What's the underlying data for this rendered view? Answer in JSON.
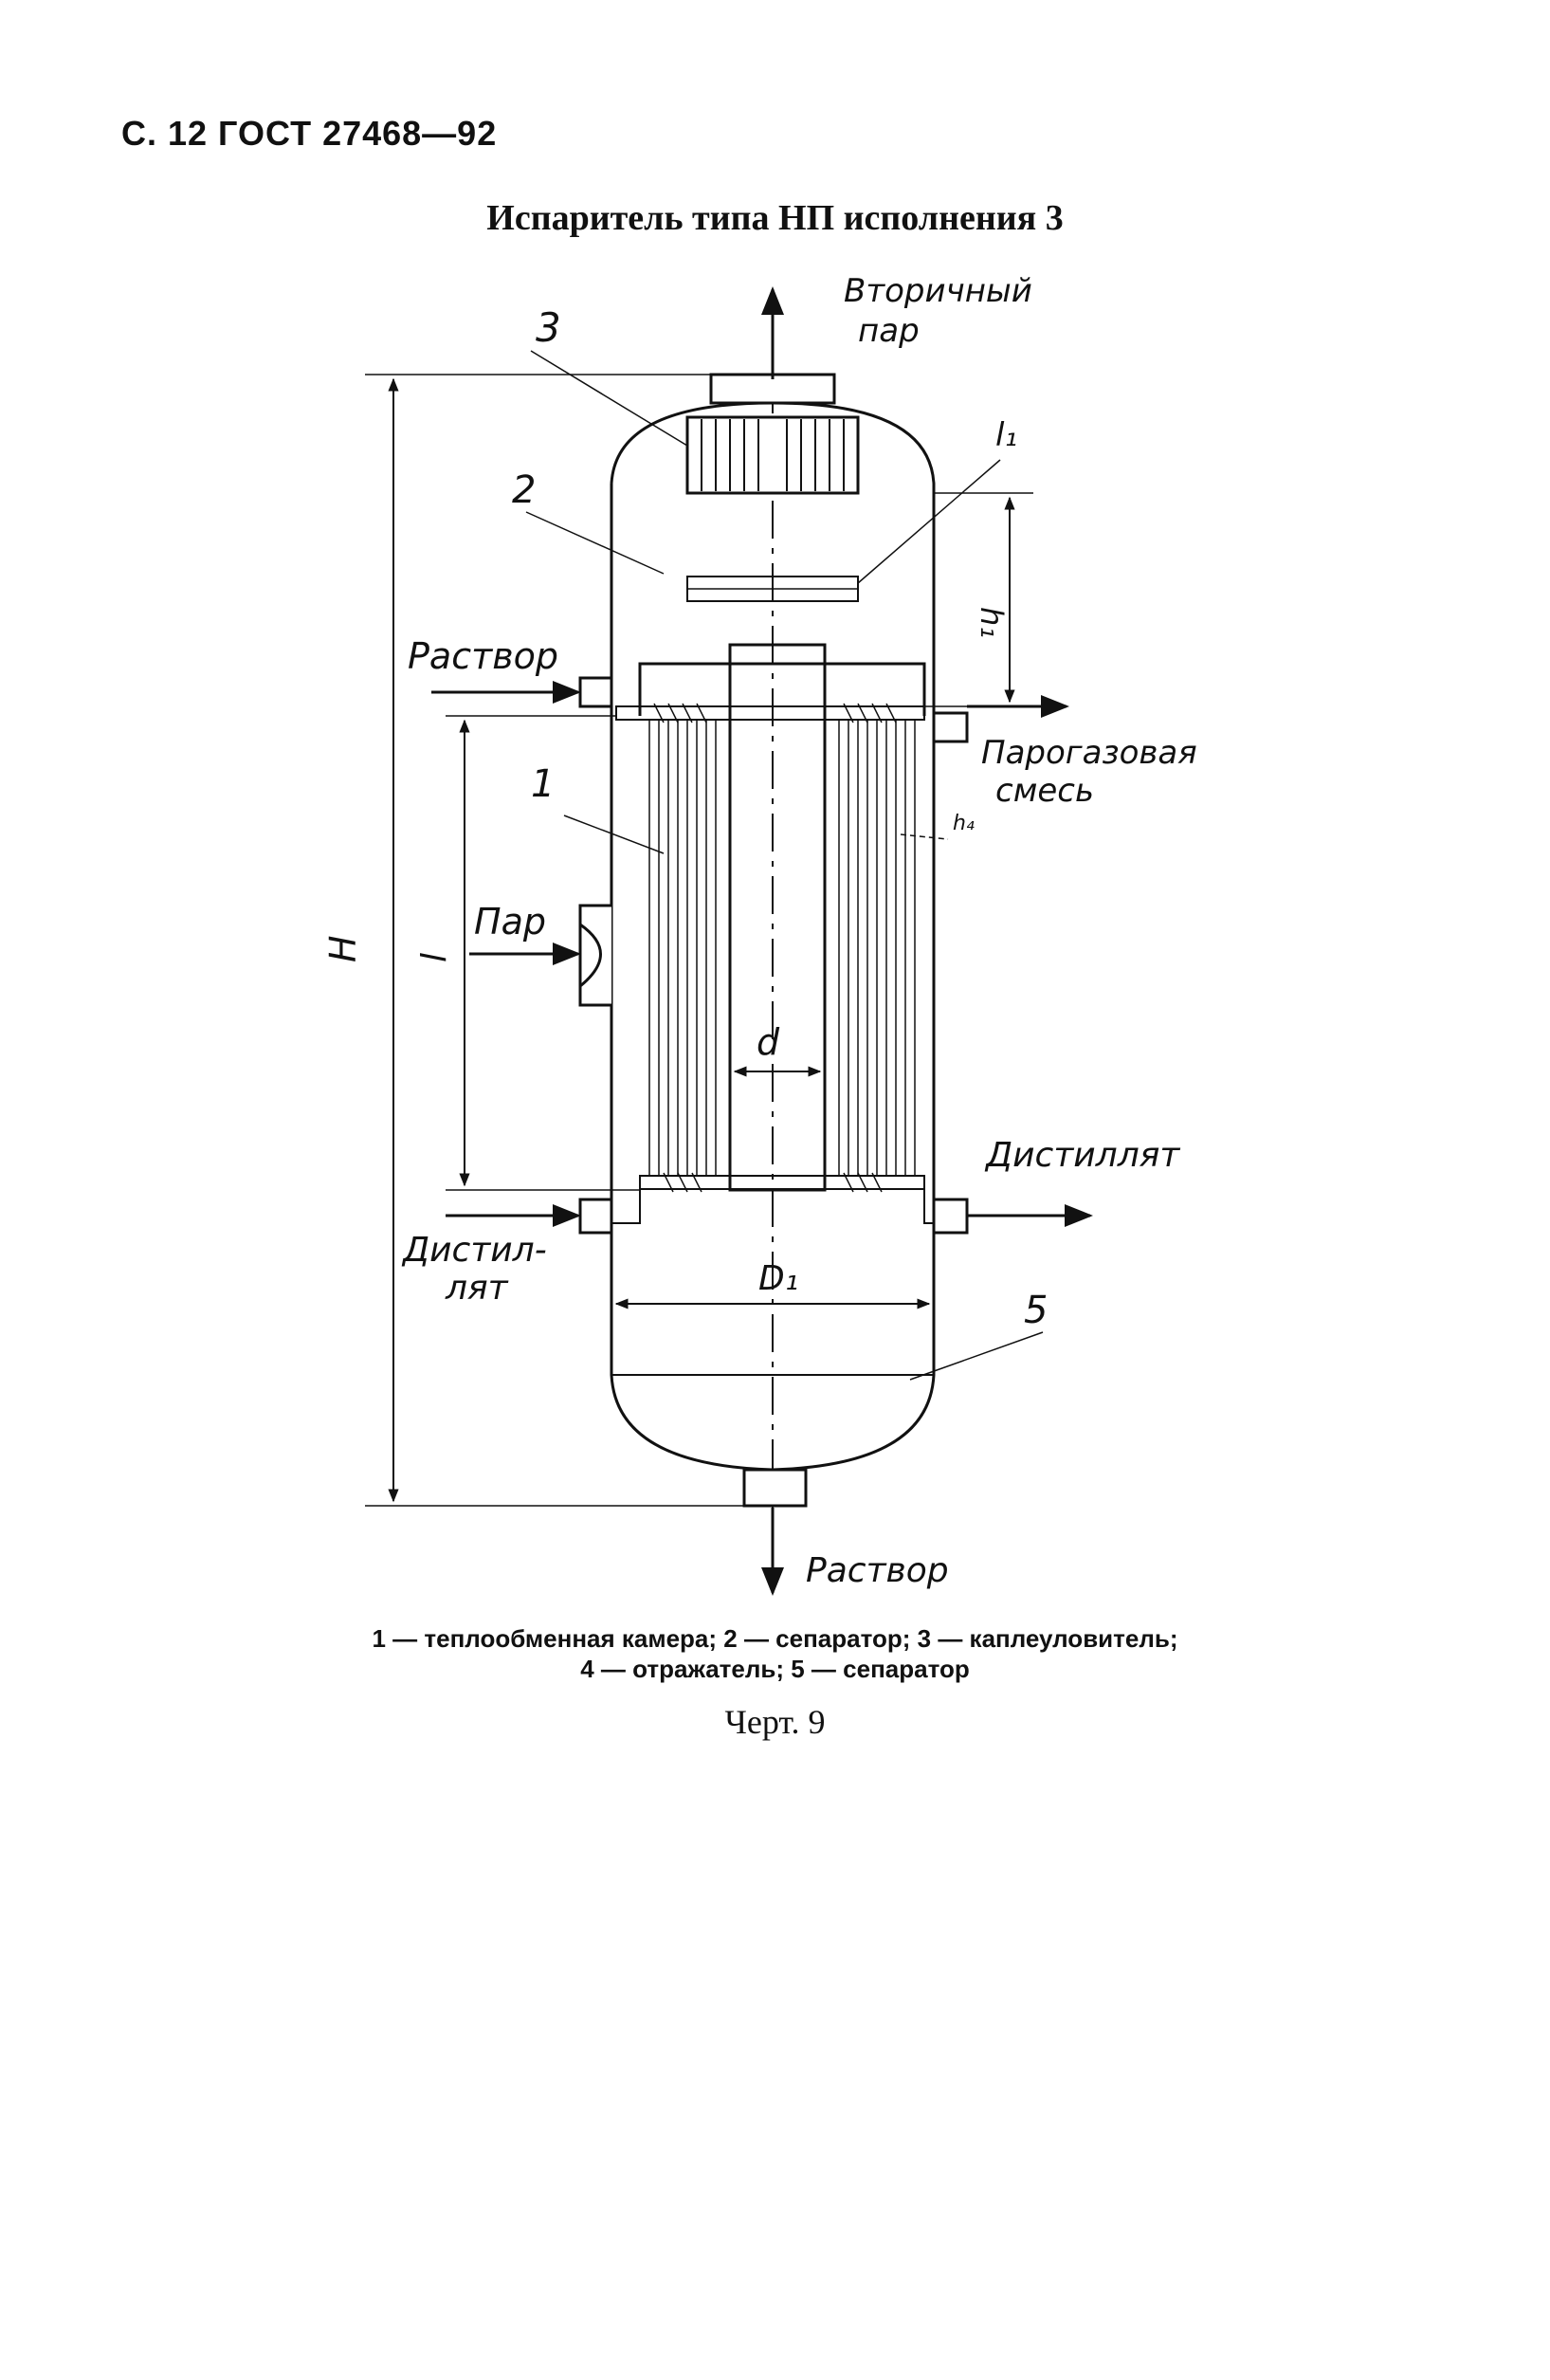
{
  "header": {
    "ref": "С. 12 ГОСТ 27468—92"
  },
  "title": "Испаритель типа НП исполнения 3",
  "labels": {
    "secondary_steam_1": "Вторичный",
    "secondary_steam_2": "пар",
    "solution_in": "Раствор",
    "solution_out": "Раствор",
    "steam": "Пар",
    "vapor_gas_1": "Парогазовая",
    "vapor_gas_2": "смесь",
    "distillate_right": "Дистиллят",
    "distillate_left_1": "Дистил-",
    "distillate_left_2": "лят",
    "num_1": "1",
    "num_2": "2",
    "num_3": "3",
    "num_5": "5",
    "dim_H": "H",
    "dim_l": "l",
    "dim_h1": "h₁",
    "dim_l1": "l₁",
    "dim_d": "d",
    "dim_D1": "D₁",
    "dim_h4": "h₄"
  },
  "caption": {
    "line1": "1 — теплообменная камера; 2 — сепаратор; 3 — каплеуловитель;",
    "line2": "4 — отражатель; 5 — сепаратор"
  },
  "figure_label": "Черт. 9"
}
